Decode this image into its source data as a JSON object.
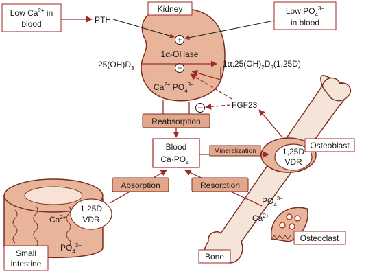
{
  "boxes": {
    "low_ca_line1": "Low Ca",
    "low_ca_sup": "2+",
    "low_ca_line1_end": " in",
    "low_ca_line2": "blood",
    "low_po4_line1": "Low PO",
    "low_po4_sub": "4",
    "low_po4_sup": "3−",
    "low_po4_line2": "in blood",
    "blood_line1": "Blood",
    "blood_line2": "Ca·PO",
    "blood_line2_sub": "4"
  },
  "kidney": {
    "label": "Kidney",
    "plus": "+",
    "minus": "−",
    "enzyme": "1α-OHase",
    "ca": "Ca",
    "ca_sup": "2+",
    "po4": " PO",
    "po4_sub": "4",
    "po4_sup": "3−"
  },
  "labels": {
    "pth": "PTH",
    "substrate": "25(OH)D",
    "substrate_sub": "3",
    "product_a": "1α,25(OH)",
    "product_sub1": "2",
    "product_b": "D",
    "product_sub2": "3",
    "product_c": "(1,25D)",
    "fgf23": "FGF23",
    "reabsorption": "Reabsorption",
    "mineralization": "Mineralization",
    "absorption": "Absorption",
    "resorption": "Resorption",
    "osteoblast": "Osteoblast",
    "osteoclast": "Osteoclast",
    "bone": "Bone",
    "small_intestine_line1": "Small",
    "small_intestine_line2": "intestine",
    "vdr_top": "1,25D",
    "vdr_bottom": "VDR",
    "bone_po4": "PO",
    "bone_po4_sub": "4",
    "bone_po4_sup": "3−",
    "bone_ca": "Ca",
    "bone_ca_sup": "2+",
    "int_ca": "Ca",
    "int_ca_sup": "2+",
    "int_po4": "PO",
    "int_po4_sub": "4",
    "int_po4_sup": "3−"
  },
  "colors": {
    "tissue_fill": "#e8b59a",
    "tissue_stroke": "#7a2e22",
    "bone_fill": "#f5e5d8",
    "label_box_fill": "#e3a88c",
    "arrow": "#9c2a2a",
    "box_stroke": "#9c2a2a"
  }
}
